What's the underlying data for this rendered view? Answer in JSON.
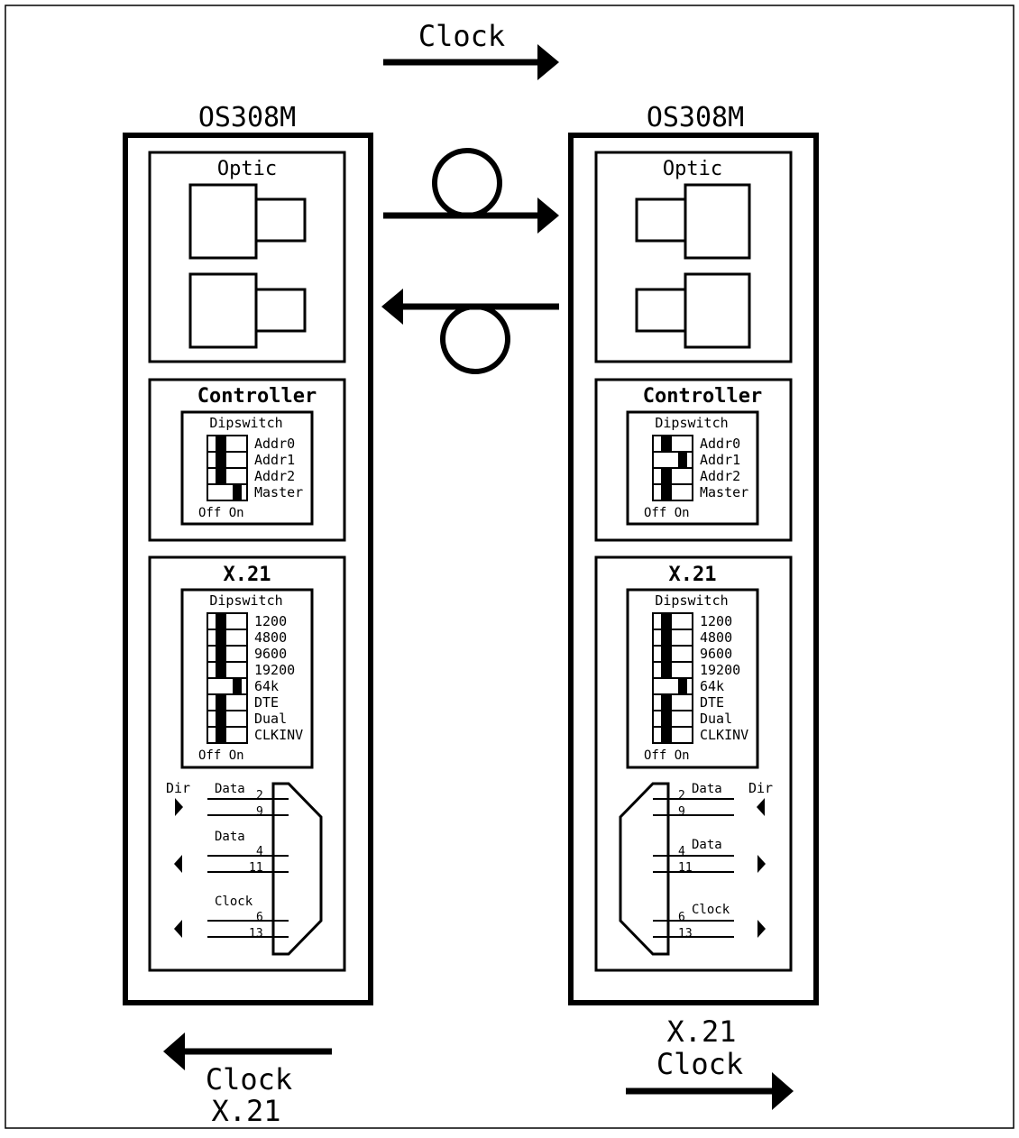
{
  "top_clock_label": "Clock",
  "bottom_left": {
    "line1": "Clock",
    "line2": "X.21"
  },
  "bottom_right": {
    "line1": "X.21",
    "line2": "Clock"
  },
  "units": [
    {
      "side": "left",
      "model": "OS308M",
      "optic_title": "Optic",
      "controller": {
        "title": "Controller",
        "dip_title": "Dipswitch",
        "off_on": "Off On",
        "switches": [
          {
            "label": "Addr0",
            "state": "off"
          },
          {
            "label": "Addr1",
            "state": "off"
          },
          {
            "label": "Addr2",
            "state": "off"
          },
          {
            "label": "Master",
            "state": "on"
          }
        ]
      },
      "x21": {
        "title": "X.21",
        "dip_title": "Dipswitch",
        "off_on": "Off On",
        "switches": [
          {
            "label": "1200",
            "state": "off"
          },
          {
            "label": "4800",
            "state": "off"
          },
          {
            "label": "9600",
            "state": "off"
          },
          {
            "label": "19200",
            "state": "off"
          },
          {
            "label": "64k",
            "state": "on"
          },
          {
            "label": "DTE",
            "state": "off"
          },
          {
            "label": "Dual",
            "state": "off"
          },
          {
            "label": "CLKINV",
            "state": "off"
          }
        ],
        "dir_label": "Dir",
        "signals": [
          {
            "name": "Data",
            "pins": [
              "2",
              "9"
            ],
            "dir": "right"
          },
          {
            "name": "Data",
            "pins": [
              "4",
              "11"
            ],
            "dir": "left"
          },
          {
            "name": "Clock",
            "pins": [
              "6",
              "13"
            ],
            "dir": "left"
          }
        ]
      }
    },
    {
      "side": "right",
      "model": "OS308M",
      "optic_title": "Optic",
      "controller": {
        "title": "Controller",
        "dip_title": "Dipswitch",
        "off_on": "Off On",
        "switches": [
          {
            "label": "Addr0",
            "state": "off"
          },
          {
            "label": "Addr1",
            "state": "on"
          },
          {
            "label": "Addr2",
            "state": "off"
          },
          {
            "label": "Master",
            "state": "off"
          }
        ]
      },
      "x21": {
        "title": "X.21",
        "dip_title": "Dipswitch",
        "off_on": "Off On",
        "switches": [
          {
            "label": "1200",
            "state": "off"
          },
          {
            "label": "4800",
            "state": "off"
          },
          {
            "label": "9600",
            "state": "off"
          },
          {
            "label": "19200",
            "state": "off"
          },
          {
            "label": "64k",
            "state": "on"
          },
          {
            "label": "DTE",
            "state": "off"
          },
          {
            "label": "Dual",
            "state": "off"
          },
          {
            "label": "CLKINV",
            "state": "off"
          }
        ],
        "dir_label": "Dir",
        "signals": [
          {
            "name": "Data",
            "pins": [
              "2",
              "9"
            ],
            "dir": "left"
          },
          {
            "name": "Data",
            "pins": [
              "4",
              "11"
            ],
            "dir": "right"
          },
          {
            "name": "Clock",
            "pins": [
              "6",
              "13"
            ],
            "dir": "right"
          }
        ]
      }
    }
  ]
}
